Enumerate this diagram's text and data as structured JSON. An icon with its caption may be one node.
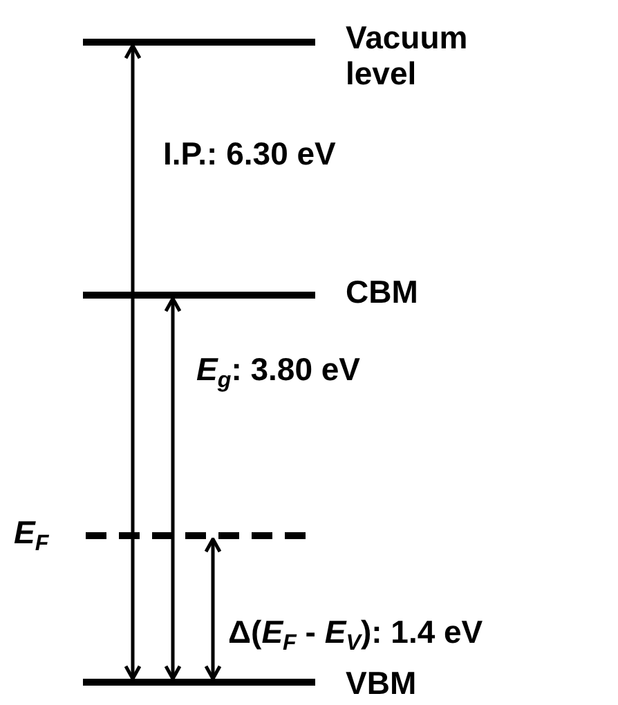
{
  "diagram": {
    "nodes": [
      {
        "text": [],
        "shape": "bar",
        "beside": [
          "Vacuum level"
        ]
      },
      {
        "text": [],
        "shape": "bar",
        "beside": [
          "CBM"
        ]
      },
      {
        "text": [],
        "shape": "bar",
        "beside": [
          "E$_{F}$"
        ]
      },
      {
        "text": [],
        "shape": "bar",
        "beside": [
          "VBM"
        ]
      }
    ],
    "edges": [
      {
        "from": 3,
        "to": 0,
        "arrow": "both",
        "label": "I.P.: 6.30 eV"
      },
      {
        "from": 1,
        "to": 3,
        "arrow": "both",
        "label": "*E*$_{g}$: 3.80 eV"
      },
      {
        "from": 2,
        "to": 3,
        "arrow": "both",
        "label": "Δ(*E*$_{F}$ - *E*$_{V}$): 1.4 eV"
      }
    ]
  }
}
